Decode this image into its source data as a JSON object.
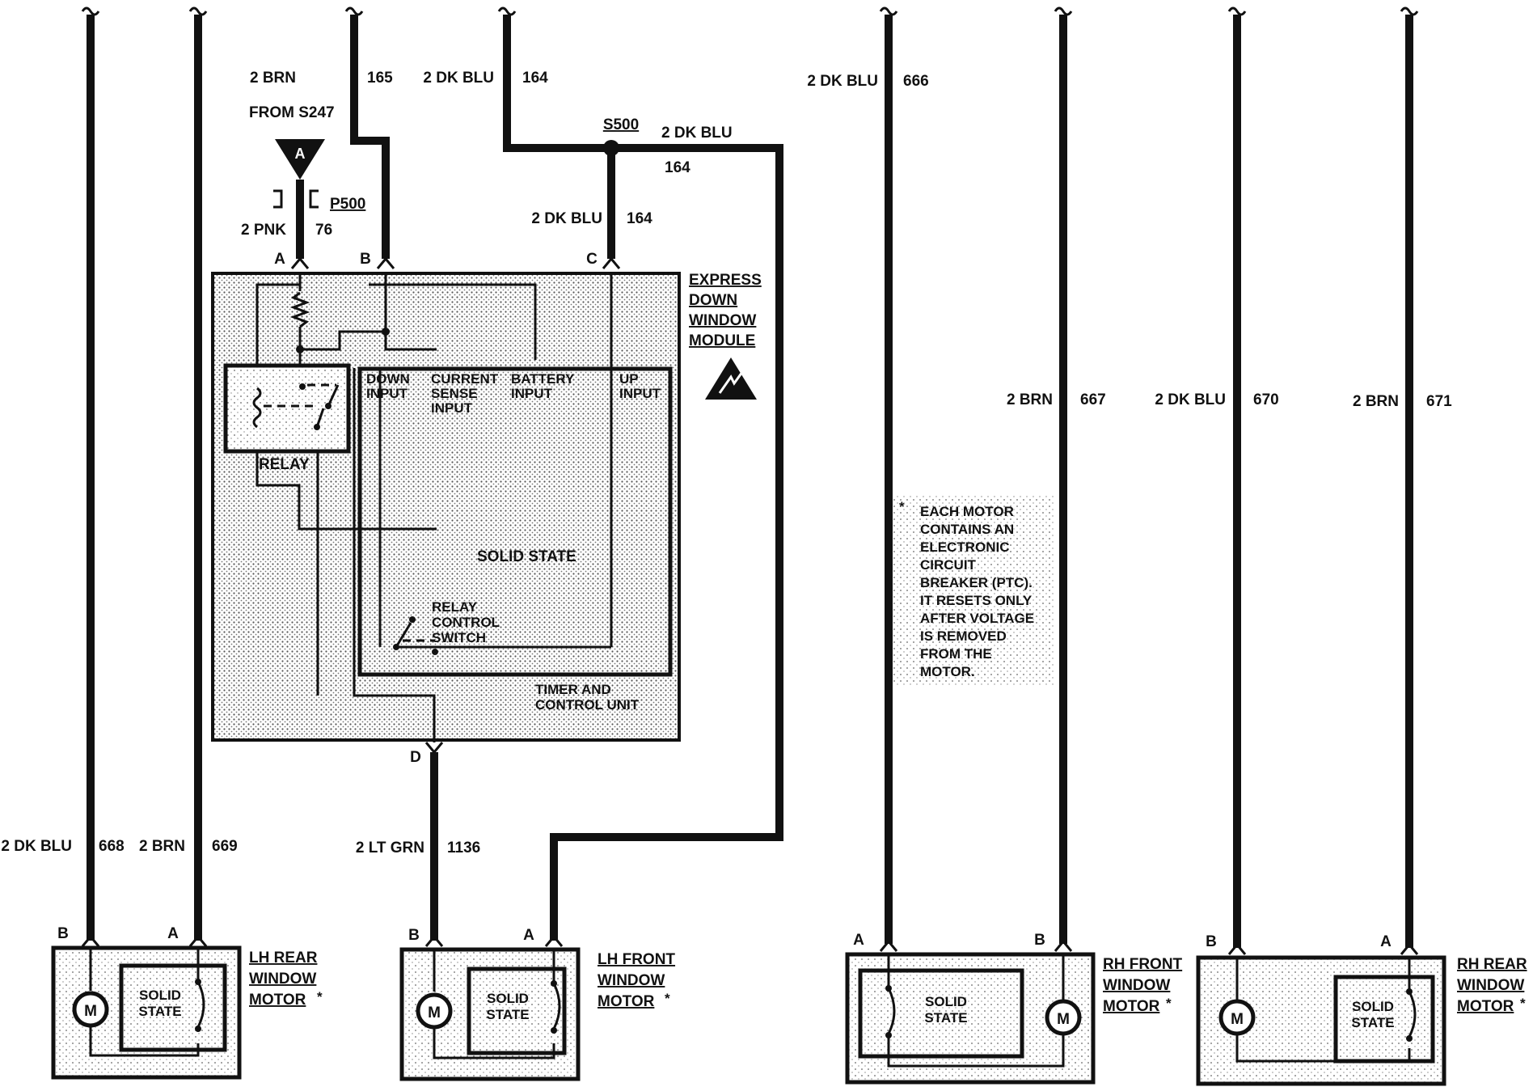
{
  "wires": {
    "c165": {
      "label": "2 BRN",
      "number": "165"
    },
    "c164_top": {
      "label": "2 DK BLU",
      "number": "164"
    },
    "c164_splice": {
      "label": "2 DK BLU",
      "number": "164"
    },
    "c164_right": {
      "label": "2 DK BLU",
      "number": "164"
    },
    "c76": {
      "label": "2 PNK",
      "number": "76"
    },
    "c666": {
      "label": "2 DK BLU",
      "number": "666"
    },
    "c667": {
      "label": "2 BRN",
      "number": "667"
    },
    "c670": {
      "label": "2 DK BLU",
      "number": "670"
    },
    "c671": {
      "label": "2 BRN",
      "number": "671"
    },
    "c668": {
      "label": "2 DK BLU",
      "number": "668"
    },
    "c669": {
      "label": "2 BRN",
      "number": "669"
    },
    "c1136": {
      "label": "2 LT GRN",
      "number": "1136"
    }
  },
  "connectors": {
    "from_s247": "FROM S247",
    "ground_letter": "A",
    "p500": "P500",
    "s500": "S500"
  },
  "module": {
    "title_lines": [
      "EXPRESS",
      "DOWN",
      "WINDOW",
      "MODULE"
    ],
    "pins": {
      "a": "A",
      "b": "B",
      "c": "C",
      "d": "D"
    },
    "inputs": {
      "down": [
        "DOWN",
        "INPUT"
      ],
      "current": [
        "CURRENT",
        "SENSE",
        "INPUT"
      ],
      "battery": [
        "BATTERY",
        "INPUT"
      ],
      "up": [
        "UP",
        "INPUT"
      ]
    },
    "relay": "RELAY",
    "solid_state": "SOLID STATE",
    "relay_switch": [
      "RELAY",
      "CONTROL",
      "SWITCH"
    ],
    "timer": [
      "TIMER AND",
      "CONTROL UNIT"
    ]
  },
  "note": {
    "asterisk": "*",
    "lines": [
      "EACH MOTOR",
      "CONTAINS AN",
      "ELECTRONIC",
      "CIRCUIT",
      "BREAKER (PTC).",
      "IT RESETS ONLY",
      "AFTER VOLTAGE",
      "IS REMOVED",
      "FROM THE",
      "MOTOR."
    ]
  },
  "motors": {
    "lh_rear": {
      "lines": [
        "LH REAR",
        "WINDOW",
        "MOTOR"
      ],
      "asterisk": "*",
      "pin_left": "B",
      "pin_right": "A",
      "solid": [
        "SOLID",
        "STATE"
      ],
      "m": "M"
    },
    "lh_front": {
      "lines": [
        "LH FRONT",
        "WINDOW",
        "MOTOR"
      ],
      "asterisk": "*",
      "pin_left": "B",
      "pin_right": "A",
      "solid": [
        "SOLID",
        "STATE"
      ],
      "m": "M"
    },
    "rh_front": {
      "lines": [
        "RH FRONT",
        "WINDOW",
        "MOTOR"
      ],
      "asterisk": "*",
      "pin_left": "A",
      "pin_right": "B",
      "solid": [
        "SOLID",
        "STATE"
      ],
      "m": "M"
    },
    "rh_rear": {
      "lines": [
        "RH REAR",
        "WINDOW",
        "MOTOR"
      ],
      "asterisk": "*",
      "pin_left": "B",
      "pin_right": "A",
      "solid": [
        "SOLID",
        "STATE"
      ],
      "m": "M"
    }
  },
  "colors": {
    "ink": "#111111",
    "shade": "#d6d6d6",
    "paper": "#ffffff"
  },
  "icons": [
    "wire-break-icon",
    "esd-warning-icon",
    "motor-icon",
    "ground-triangle-icon",
    "splice-dot-icon"
  ]
}
